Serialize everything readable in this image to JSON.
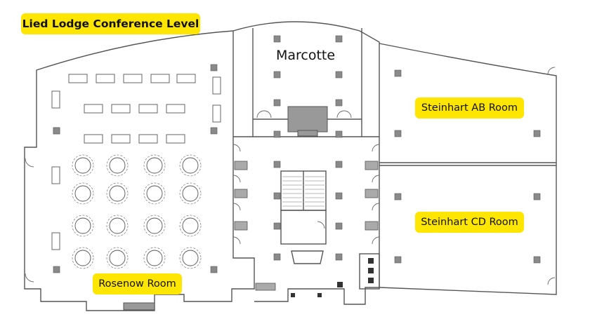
{
  "map": {
    "title": "Lied Lodge Conference Level",
    "rooms": {
      "marcotte": "Marcotte",
      "steinhart_ab": "Steinhart AB Room",
      "steinhart_cd": "Steinhart CD Room",
      "rosenow": "Rosenow Room"
    }
  },
  "colors": {
    "label_highlight": "#ffe600",
    "wall": "#555555",
    "column": "#888888",
    "background": "#ffffff"
  }
}
